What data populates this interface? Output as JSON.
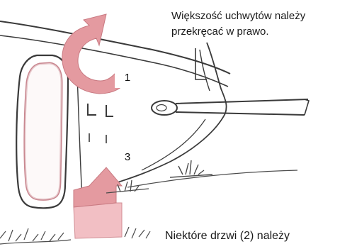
{
  "caption_top": {
    "line1": "Większość uchwytów należy",
    "line2": "przekręcać w prawo."
  },
  "caption_bottom": "Niektóre drzwi (2) należy",
  "step_labels": [
    "1",
    "3"
  ],
  "colors": {
    "arrow": "#e49aa0",
    "line": "#3a3a3a",
    "grass": "#4a4a4a"
  }
}
